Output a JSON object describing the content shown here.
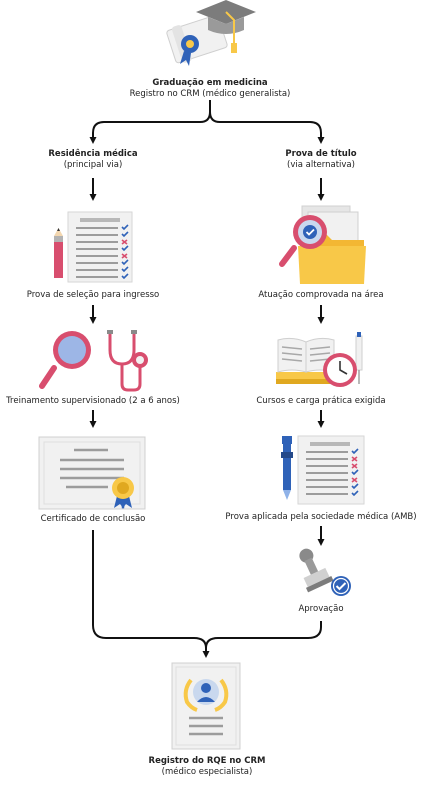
{
  "start": {
    "title": "Graduação em medicina",
    "subtitle": "Registro no CRM (médico generalista)"
  },
  "left_branch": {
    "title": "Residência médica",
    "subtitle": "(principal via)",
    "steps": [
      "Prova de seleção para ingresso",
      "Treinamento supervisionado (2 a 6 anos)",
      "Certificado de conclusão"
    ]
  },
  "right_branch": {
    "title": "Prova de título",
    "subtitle": "(via alternativa)",
    "steps": [
      "Atuação comprovada na área",
      "Cursos e carga prática exigida",
      "Prova aplicada pela sociedade médica (AMB)",
      "Aprovação"
    ]
  },
  "end": {
    "title": "Registro do RQE no CRM",
    "subtitle": "(médico especialista)"
  },
  "colors": {
    "line": "#111111",
    "blue": "#2f62b8",
    "pink": "#d84e6e",
    "yellow": "#f8c848",
    "gray": "#d9d9d9",
    "paper": "#f1f1f1"
  },
  "icons": [
    "graduation-cap-diploma-icon",
    "checklist-pencil-icon",
    "folder-magnifier-icon",
    "magnifier-stethoscope-icon",
    "books-clock-syringe-icon",
    "certificate-seal-icon",
    "checklist-pen-icon",
    "stamp-approval-icon",
    "specialist-certificate-icon"
  ]
}
